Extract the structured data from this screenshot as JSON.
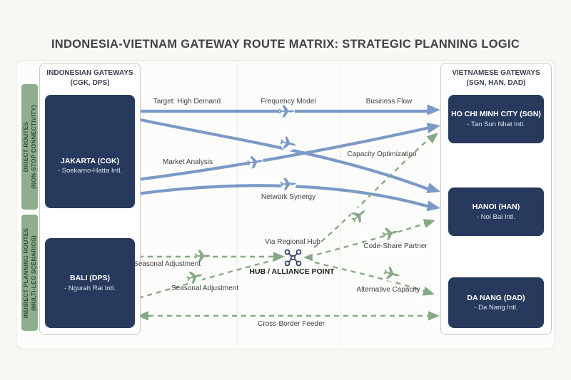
{
  "title": "INDONESIA-VIETNAM GATEWAY ROUTE MATRIX: STRATEGIC PLANNING LOGIC",
  "left_axis": {
    "direct_line1": "DIRECT ROUTES",
    "direct_line2": "(NON-STOP CONNECTIVITY)",
    "indirect_line1": "INDIRECT PLANNING ROUTES",
    "indirect_line2": "(MULTI-LEG SCENARIOS)"
  },
  "indonesia": {
    "header1": "INDONESIAN GATEWAYS",
    "header2": "(CGK, DPS)",
    "airports": [
      {
        "name": "JAKARTA (CGK)",
        "detail": "- Soekarno-Hatta Intl."
      },
      {
        "name": "BALI (DPS)",
        "detail": "- Ngurah Rai Intl."
      }
    ]
  },
  "vietnam": {
    "header1": "VIETNAMESE GATEWAYS",
    "header2": "(SGN, HAN, DAD)",
    "airports": [
      {
        "name": "HO CHI MINH CITY (SGN)",
        "detail": "- Tan Son Nhat Intl."
      },
      {
        "name": "HANOI (HAN)",
        "detail": "- Noi Bai Intl."
      },
      {
        "name": "DA NANG (DAD)",
        "detail": "- Da Nang Intl."
      }
    ]
  },
  "hub": {
    "above": "Via Regional Hub",
    "below": "HUB / ALLIANCE POINT"
  },
  "route_labels": {
    "target_high_demand": "Target: High Demand",
    "frequency_model": "Frequency Model",
    "business_flow": "Business Flow",
    "market_analysis": "Market Analysis",
    "capacity_optimization": "Capacity Optimization",
    "network_synergy": "Network Synergy",
    "seasonal_adjustment_1": "Seasonal Adjustment",
    "seasonal_adjustment_2": "Seasonal Adjustment",
    "code_share_partner": "Code-Share Partner",
    "alternative_capacity": "Alternative Capacity",
    "cross_border_feeder": "Cross-Border Feeder"
  },
  "colors": {
    "direct_route": "#7b99c7",
    "indirect_route": "#87a987",
    "gateway_box": "#273a5d",
    "side_tag": "#8fae8f"
  },
  "connections": [
    {
      "from": "JAKARTA (CGK)",
      "to": "HO CHI MINH CITY (SGN)",
      "type": "direct",
      "labels": [
        "Target: High Demand",
        "Frequency Model",
        "Business Flow"
      ]
    },
    {
      "from": "JAKARTA (CGK)",
      "to": "HANOI (HAN)",
      "type": "direct",
      "labels": [
        "Capacity Optimization"
      ]
    },
    {
      "from": "JAKARTA (CGK)",
      "to": "HO CHI MINH CITY (SGN)",
      "type": "direct",
      "labels": [
        "Market Analysis"
      ]
    },
    {
      "from": "JAKARTA (CGK)",
      "to": "HANOI (HAN)",
      "type": "direct",
      "labels": [
        "Network Synergy"
      ]
    },
    {
      "from": "BALI (DPS)",
      "to": "HUB / ALLIANCE POINT",
      "type": "indirect",
      "labels": [
        "Seasonal Adjustment"
      ]
    },
    {
      "from": "BALI (DPS)",
      "to": "HUB / ALLIANCE POINT",
      "type": "indirect",
      "labels": [
        "Seasonal Adjustment"
      ]
    },
    {
      "from": "HUB / ALLIANCE POINT",
      "to": "HO CHI MINH CITY (SGN)",
      "type": "indirect",
      "labels": [
        "Via Regional Hub"
      ]
    },
    {
      "from": "HUB / ALLIANCE POINT",
      "to": "HANOI (HAN)",
      "type": "indirect",
      "labels": [
        "Code-Share Partner"
      ]
    },
    {
      "from": "HUB / ALLIANCE POINT",
      "to": "DA NANG (DAD)",
      "type": "indirect",
      "labels": [
        "Alternative Capacity"
      ]
    },
    {
      "from": "BALI (DPS)",
      "to": "DA NANG (DAD)",
      "type": "indirect",
      "bidirectional": true,
      "labels": [
        "Cross-Border Feeder"
      ]
    }
  ]
}
